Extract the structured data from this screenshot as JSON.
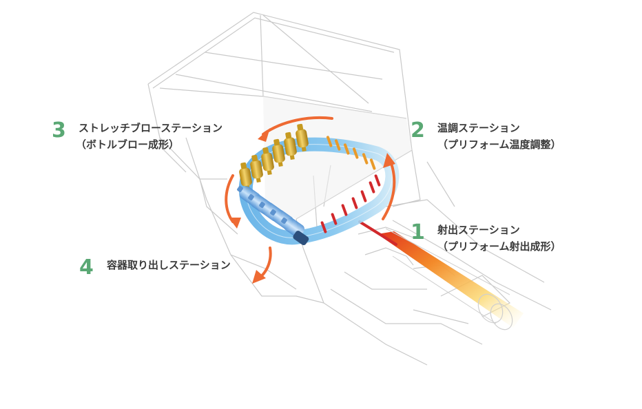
{
  "stations": [
    {
      "number": "1",
      "title": "射出ステーション",
      "subtitle": "（プリフォーム射出成形）"
    },
    {
      "number": "2",
      "title": "温調ステーション",
      "subtitle": "（プリフォーム温度調整）"
    },
    {
      "number": "3",
      "title": "ストレッチブローステーション",
      "subtitle": "（ボトルブロー成形）"
    },
    {
      "number": "4",
      "title": "容器取り出しステーション",
      "subtitle": ""
    }
  ],
  "colors": {
    "number": "#5aa874",
    "text": "#3a3a3a",
    "arrow": "#ee6a33",
    "ring": "#7ec3ee",
    "machine_line": "#c9c9c9",
    "preform": "#d1292c",
    "bottle_gold": "#d6a726",
    "bottle_blue": "#7fb6e8"
  }
}
